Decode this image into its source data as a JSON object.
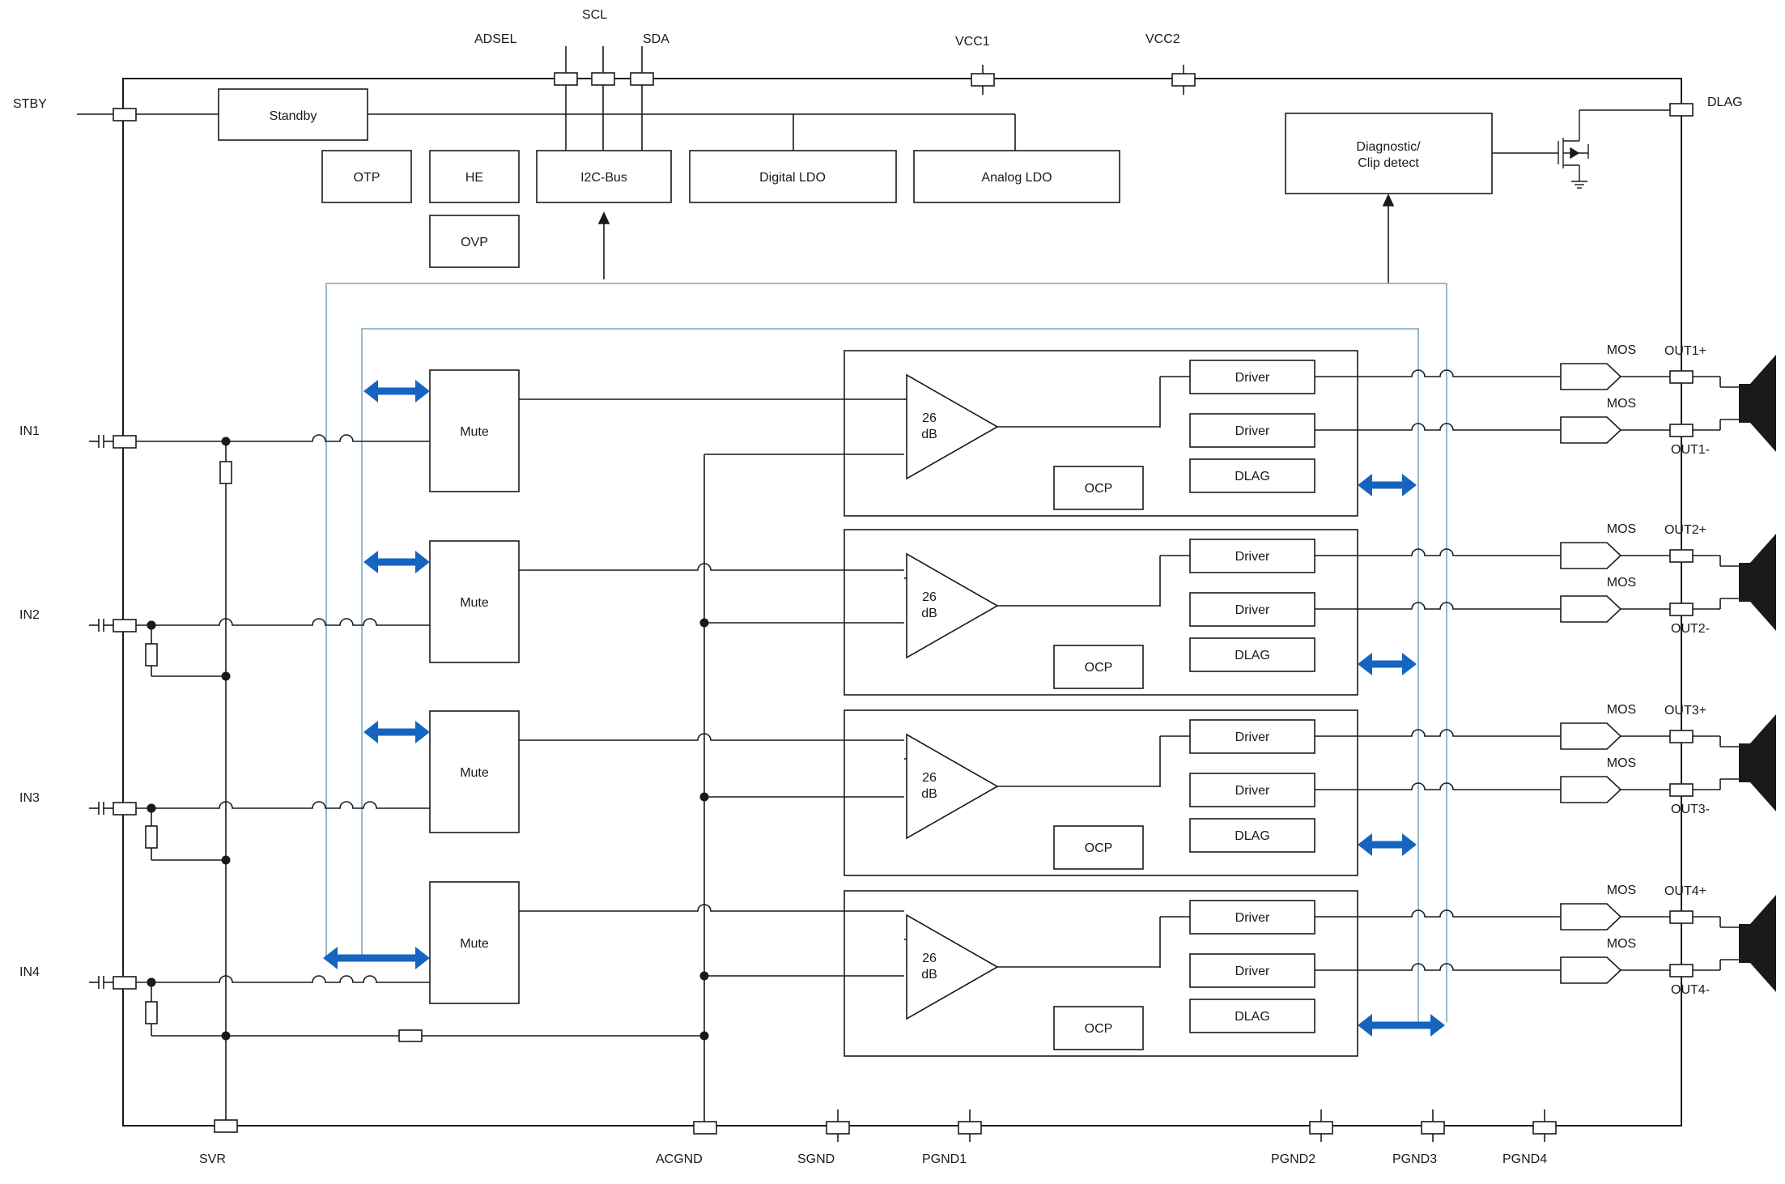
{
  "colors": {
    "line": "#1a1a1a",
    "bus": "#7fa6c0",
    "arrow": "#1565c0",
    "background": "#ffffff"
  },
  "pins": {
    "stby": "STBY",
    "adsel": "ADSEL",
    "scl": "SCL",
    "sda": "SDA",
    "vcc1": "VCC1",
    "vcc2": "VCC2",
    "dlag": "DLAG",
    "in1": "IN1",
    "in2": "IN2",
    "in3": "IN3",
    "in4": "IN4",
    "svr": "SVR",
    "acgnd": "ACGND",
    "sgnd": "SGND",
    "pgnd1": "PGND1",
    "pgnd2": "PGND2",
    "pgnd3": "PGND3",
    "pgnd4": "PGND4",
    "out1p": "OUT1+",
    "out1m": "OUT1-",
    "out2p": "OUT2+",
    "out2m": "OUT2-",
    "out3p": "OUT3+",
    "out3m": "OUT3-",
    "out4p": "OUT4+",
    "out4m": "OUT4-"
  },
  "blocks": {
    "standby": "Standby",
    "otp": "OTP",
    "he": "HE",
    "ovp": "OVP",
    "i2c": "I2C-Bus",
    "digital_ldo": "Digital LDO",
    "analog_ldo": "Analog LDO",
    "diag_line1": "Diagnostic/",
    "diag_line2": "Clip detect"
  },
  "channel_labels": {
    "mute": "Mute",
    "gain_value": "26",
    "gain_unit": "dB",
    "driver": "Driver",
    "dlag": "DLAG",
    "ocp": "OCP",
    "mos": "MOS"
  },
  "channels": [
    {
      "id": 1
    },
    {
      "id": 2
    },
    {
      "id": 3
    },
    {
      "id": 4
    }
  ]
}
